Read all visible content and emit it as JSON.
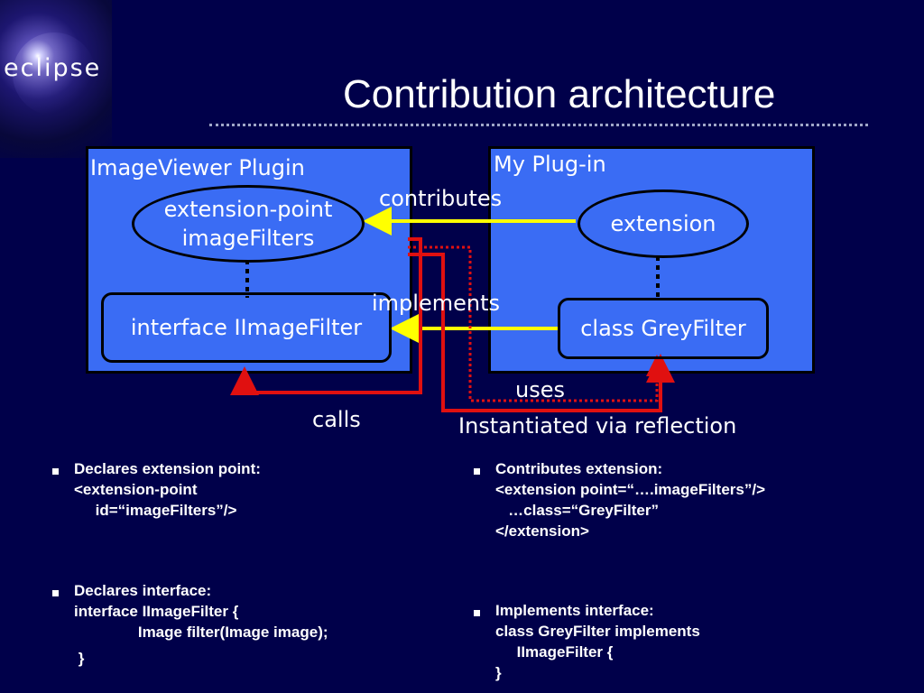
{
  "logo": {
    "text": "eclipse"
  },
  "title": "Contribution architecture",
  "left_plugin": {
    "label": "ImageViewer Plugin",
    "extension_point_line1": "extension-point",
    "extension_point_line2": "imageFilters",
    "interface_label": "interface IImageFilter"
  },
  "right_plugin": {
    "label": "My Plug-in",
    "extension_label": "extension",
    "class_label": "class GreyFilter"
  },
  "edges": {
    "contributes": "contributes",
    "implements": "implements",
    "uses": "uses",
    "calls": "calls",
    "instantiated": "Instantiated via reflection"
  },
  "colors": {
    "background": "#00004a",
    "box_fill": "#3a6cf4",
    "arrow_yellow": "#ffff00",
    "arrow_red": "#e01010"
  },
  "notes": {
    "left": [
      {
        "lines": [
          "Declares extension point:",
          "<extension-point",
          "     id=“imageFilters”/>"
        ]
      },
      {
        "lines": [
          "Declares interface:",
          "interface IImageFilter {",
          "               Image filter(Image image);",
          "",
          " }"
        ]
      }
    ],
    "right": [
      {
        "lines": [
          "Contributes extension:",
          "<extension point=“….imageFilters”/>",
          "   …class=“GreyFilter”",
          "</extension>"
        ]
      },
      {
        "lines": [
          "Implements interface:",
          "class GreyFilter implements",
          "     IImageFilter {",
          "}"
        ]
      }
    ]
  }
}
